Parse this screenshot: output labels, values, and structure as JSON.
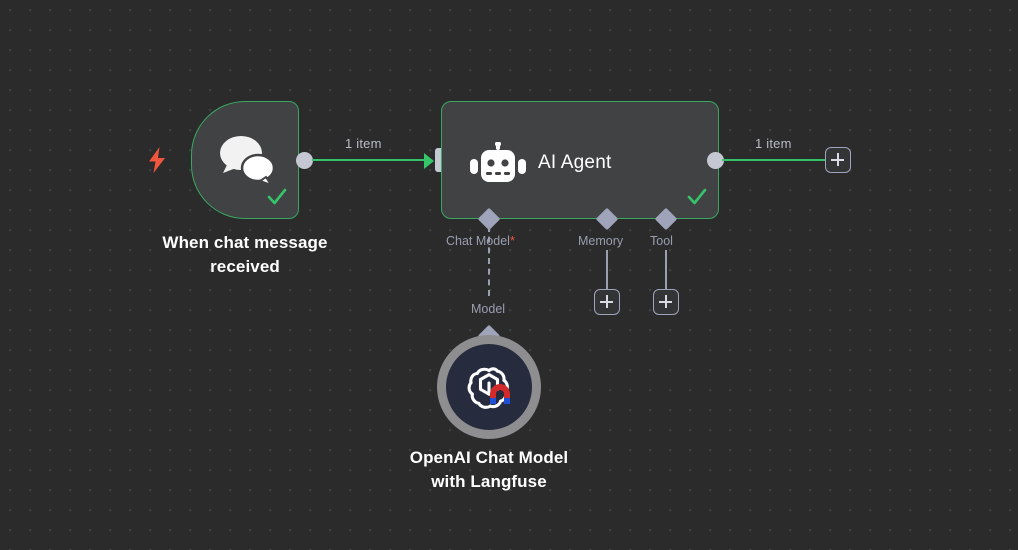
{
  "canvas": {
    "background_color": "#2b2b2b",
    "dot_color": "#3f4042",
    "accent_success": "#35c46a",
    "accent_trigger": "#f0553d",
    "port_color": "#c5c8d2",
    "sub_connector_color": "#a0a4bb"
  },
  "nodes": {
    "trigger": {
      "caption": "When chat message\nreceived",
      "icon": "chat-bubbles-icon",
      "bolt_icon": "lightning-bolt-icon",
      "status_icon": "check-icon",
      "border_color": "#3aa862"
    },
    "agent": {
      "title": "AI Agent",
      "icon": "robot-icon",
      "status_icon": "check-icon",
      "border_color": "#3aa862",
      "sub_connectors": [
        {
          "label": "Chat Model",
          "required": "*",
          "name": "chat-model"
        },
        {
          "label": "Memory",
          "required": "",
          "name": "memory"
        },
        {
          "label": "Tool",
          "required": "",
          "name": "tool"
        }
      ]
    },
    "chat_model": {
      "caption": "OpenAI Chat Model\nwith Langfuse",
      "icon": "openai-langfuse-icon",
      "connector_label": "Model",
      "ring_color": "#8e8e90",
      "body_color": "#262b3d"
    }
  },
  "edges": {
    "trigger_to_agent": {
      "label": "1 item",
      "color": "#35c46a"
    },
    "agent_to_output": {
      "label": "1 item",
      "color": "#35c46a"
    }
  },
  "buttons": {
    "add_output": "+",
    "add_memory": "+",
    "add_tool": "+"
  }
}
